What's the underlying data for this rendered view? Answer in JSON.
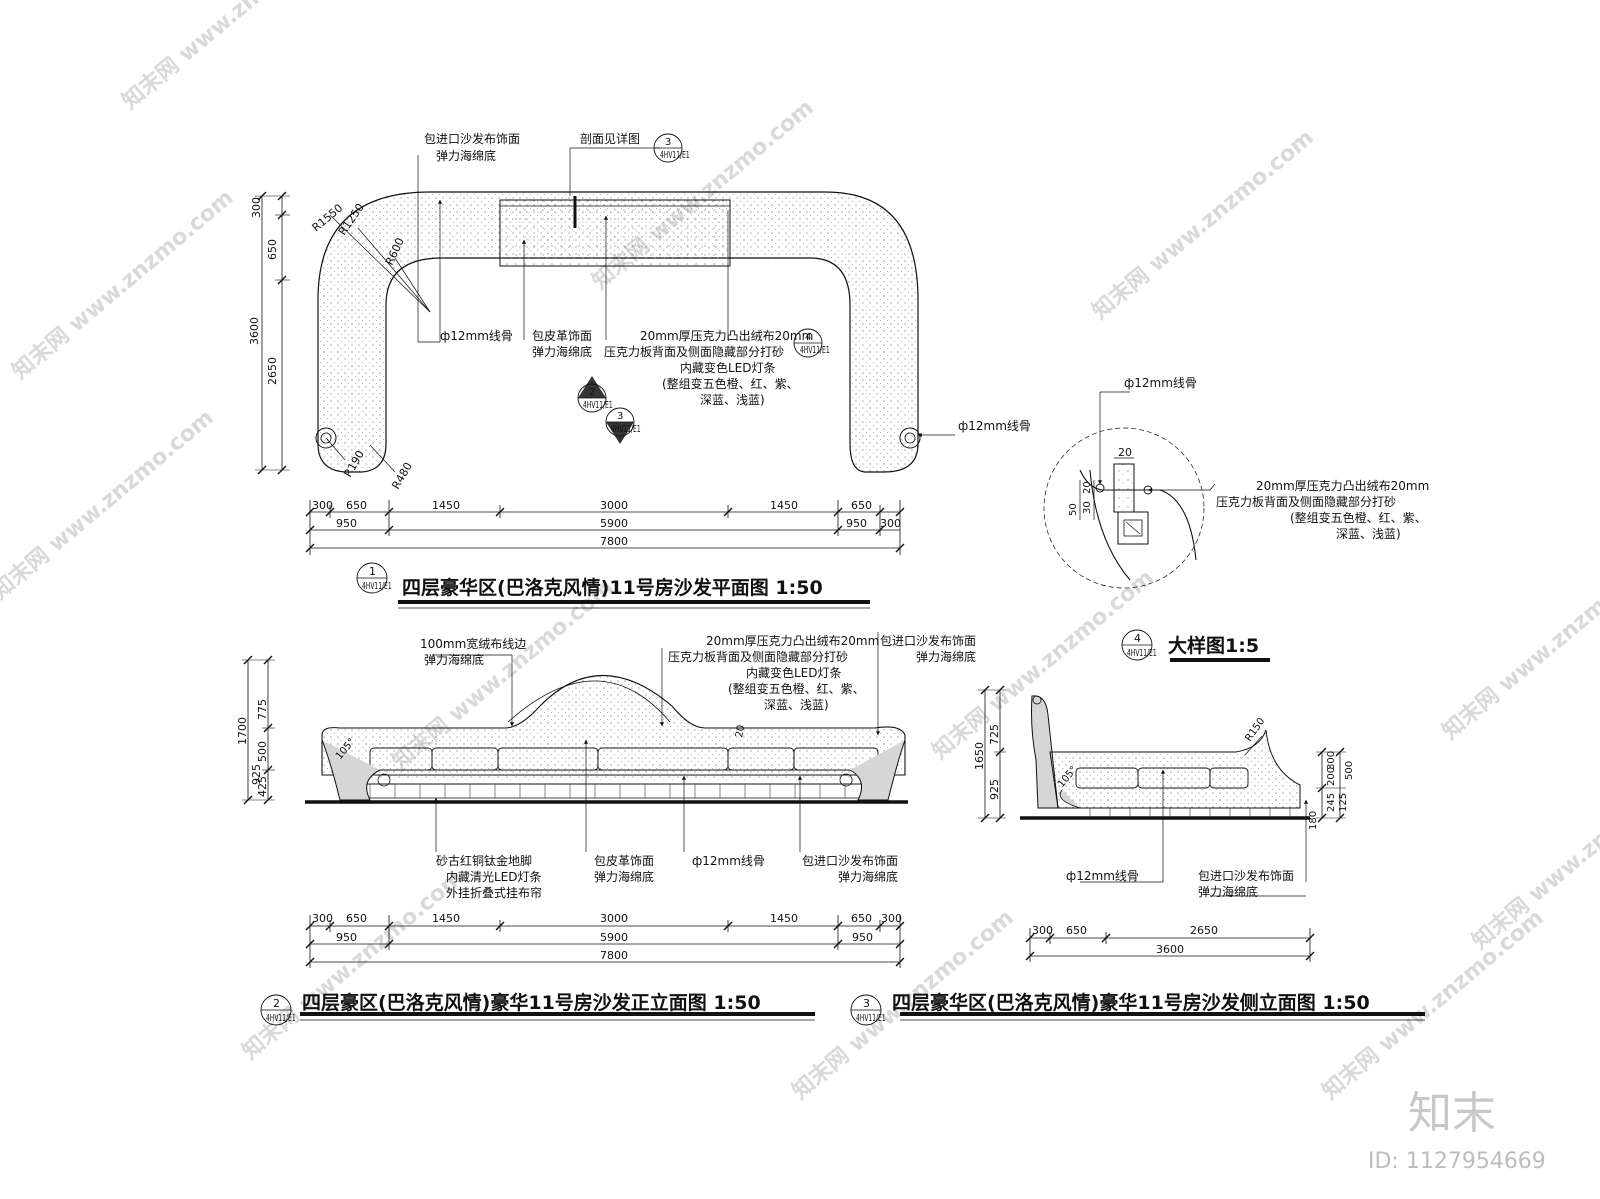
{
  "titles": {
    "plan": "四层豪华区(巴洛克风情)11号房沙发平面图 1:50",
    "front": "四层豪区(巴洛克风情)豪华11号房沙发正立面图 1:50",
    "side": "四层豪华区(巴洛克风情)豪华11号房沙发侧立面图 1:50",
    "detail": "大样图1:5"
  },
  "bubbles": {
    "plan": {
      "num": "1",
      "ref": "4HV11/E1"
    },
    "front": {
      "num": "2",
      "ref": "4HV11/E1"
    },
    "side": {
      "num": "3",
      "ref": "4HV11/E1"
    },
    "detail": {
      "num": "4",
      "ref": "4HV11/E1"
    },
    "section_ref": {
      "num": "3",
      "ref": "4HV11/E1"
    },
    "detail_ref": {
      "num": "4",
      "ref": "4HV11/E1"
    },
    "elev_ref_a": {
      "num": "2",
      "ref": "4HV11/E1"
    },
    "elev_ref_b": {
      "num": "3",
      "ref": "4HV11/E1"
    }
  },
  "notes": {
    "fabric_front": "包进口沙发布饰面",
    "foam_base": "弹力海绵底",
    "section_see": "剖面见详图",
    "leather_front": "包皮革饰面",
    "foam_base_2": "弹力海绵底",
    "wire_12": "ф12mm线骨",
    "acrylic_1": "20mm厚压克力凸出绒布20mm",
    "acrylic_2": "压克力板背面及侧面隐藏部分打砂",
    "acrylic_3": "内藏变色LED灯条",
    "acrylic_4": "(整组变五色橙、红、紫、",
    "acrylic_5": "深蓝、浅蓝)",
    "velvet_edge": "100mm宽绒布线边",
    "leg_1": "砂古红铜钛金地脚",
    "leg_2": "内藏清光LED灯条",
    "leg_3": "外挂折叠式挂布帘"
  },
  "dims": {
    "plan_row1": [
      "300",
      "650",
      "1450",
      "3000",
      "1450",
      "650"
    ],
    "plan_row1_end": "300",
    "plan_row2": [
      "950",
      "5900",
      "950"
    ],
    "plan_total": "7800",
    "plan_v": [
      "300",
      "650",
      "2650",
      "3600"
    ],
    "radii": [
      "R1550",
      "R1250",
      "R600",
      "R190",
      "R480"
    ],
    "front_row1": [
      "300",
      "650",
      "1450",
      "3000",
      "1450",
      "650",
      "300"
    ],
    "front_row2": [
      "950",
      "5900",
      "950"
    ],
    "front_total": "7800",
    "front_v": [
      "775",
      "500",
      "425",
      "925",
      "1700"
    ],
    "front_ang": "20",
    "front_deg": "105°",
    "side_row1": [
      "300",
      "650",
      "2650"
    ],
    "side_total": "3600",
    "side_v": [
      "725",
      "925",
      "1650"
    ],
    "side_v_r": [
      "200",
      "300",
      "500",
      "245",
      "125",
      "180"
    ],
    "side_r": "R150",
    "side_deg": "105°",
    "detail_w": "20",
    "detail_h": [
      "50",
      "30",
      "20"
    ]
  },
  "watermark": "知末网 www.znzmo.com",
  "brand": "知末",
  "image_id": "ID: 1127954669"
}
